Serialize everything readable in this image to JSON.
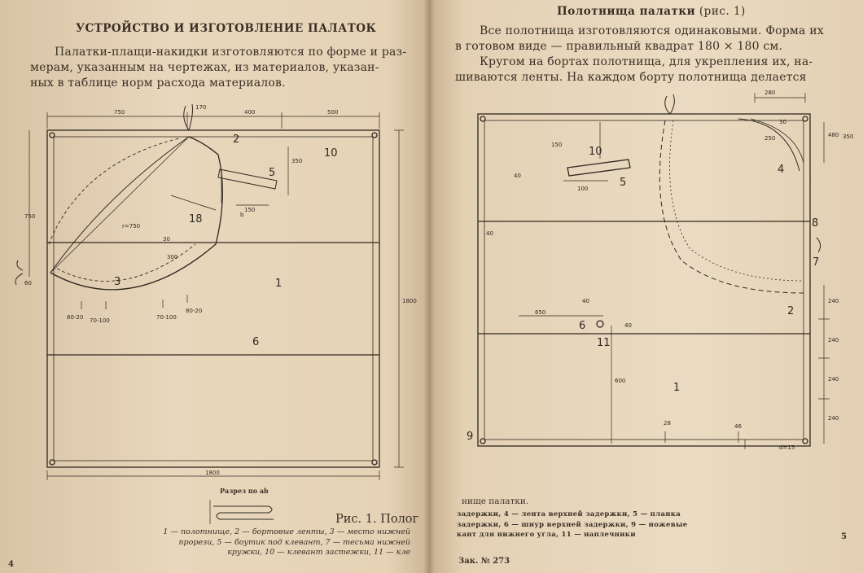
{
  "left": {
    "heading": "УСТРОЙСТВО И ИЗГОТОВЛЕНИЕ ПАЛАТОК",
    "intro": [
      "Палатки-плащи-накидки изготовляются по форме и раз-",
      "мерам, указанным на чертежах, из материалов, указан-",
      "ных в таблице норм расхода материалов."
    ],
    "drawing": {
      "dims_top": [
        "750",
        "400",
        "500"
      ],
      "dim_total_width": "1800",
      "dim_height": "1800",
      "dim_left": "750",
      "dim_radius": "r=750",
      "dims_small": [
        "170",
        "350",
        "150",
        "b",
        "300",
        "30",
        "80-20",
        "70-100",
        "70-100",
        "80-20",
        "60"
      ],
      "labels": [
        "1",
        "2",
        "3",
        "5",
        "6",
        "10",
        "18"
      ]
    },
    "section_label": "Разрез по аb",
    "figure_title": "Рис. 1. Полог",
    "caption": [
      "1 — полотнище, 2 — бортовые ленты, 3 — место нижней",
      "прорези, 5 — боутик под клевант, 7 — тесьма нижней",
      "кружки, 10 — клевант застежки, 11 — кле"
    ],
    "page_number": "4"
  },
  "right": {
    "heading_bold": "Полотнища палатки",
    "heading_ref": " (рис. 1)",
    "text": [
      "Все полотнища изготовляются одинаковыми. Форма их",
      "в готовом виде — правильный квадрат 180 × 180 см.",
      "Кругом на бортах полотнища, для укрепления их, на-",
      "шиваются ленты. На каждом борту полотнища делается"
    ],
    "drawing": {
      "dims": [
        "280",
        "250",
        "30",
        "40",
        "150",
        "100",
        "40",
        "650",
        "40",
        "600",
        "28",
        "46",
        "d=15",
        "40"
      ],
      "dims_right": [
        "480",
        "350",
        "240",
        "240",
        "240",
        "240"
      ],
      "labels": [
        "1",
        "2",
        "4",
        "5",
        "6",
        "7",
        "8",
        "9",
        "10",
        "11"
      ]
    },
    "caption_head": "нище палатки.",
    "caption": [
      "задержки, 4 — лента верхней задержки, 5 — планка",
      "задержки, 6 — шнур верхней задержки, 9 — ножевые",
      "кант для нижнего угла, 11 — наплечники"
    ],
    "print_mark": "Зак. № 273",
    "page_number": "5"
  }
}
